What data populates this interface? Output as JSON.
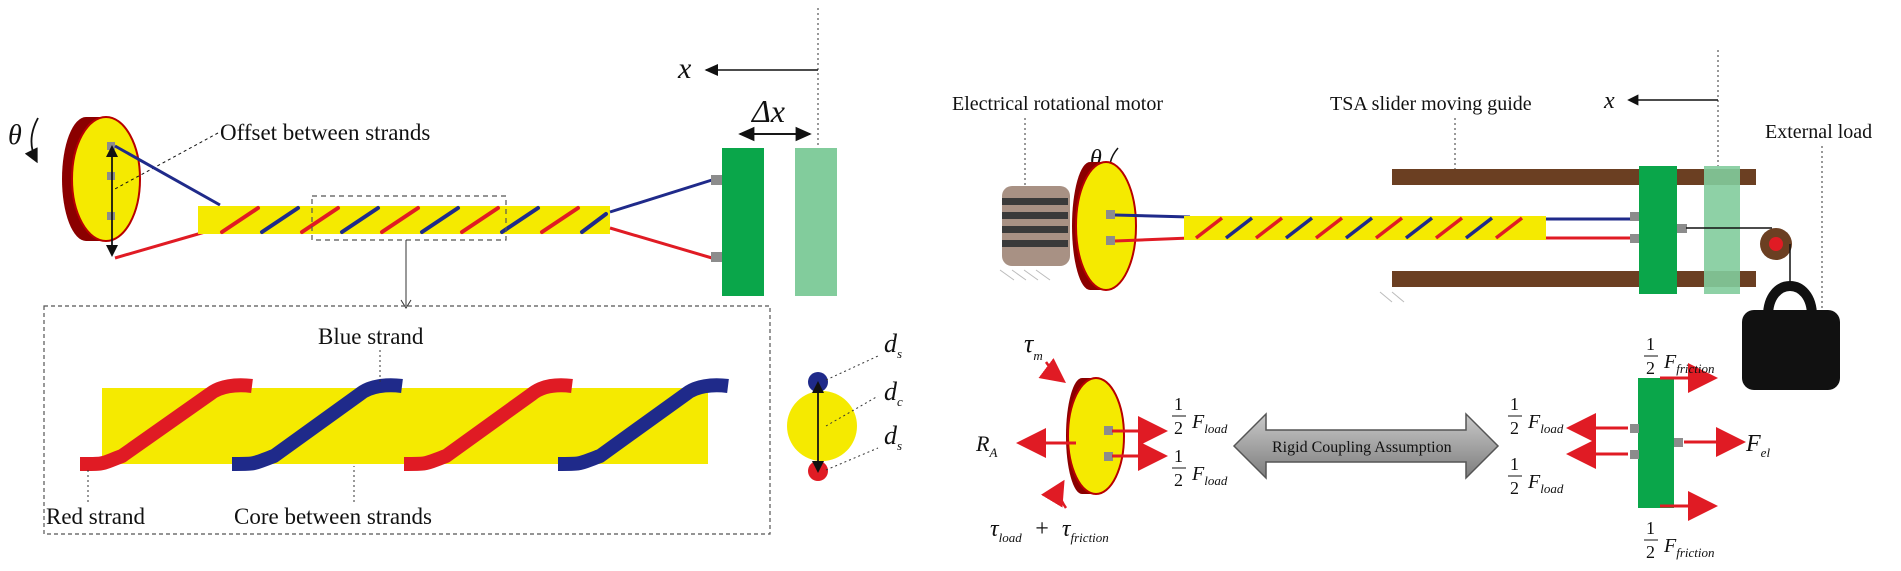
{
  "left": {
    "theta": "θ",
    "x": "x",
    "delta_x": "Δx",
    "offset_label": "Offset between strands",
    "blue_strand": "Blue strand",
    "red_strand": "Red strand",
    "core_label": "Core between strands",
    "ds_top": "d",
    "ds_top_sub": "s",
    "dc": "d",
    "dc_sub": "c",
    "ds_bottom": "d",
    "ds_bottom_sub": "s"
  },
  "right": {
    "motor_label": "Electrical rotational motor",
    "guide_label": "TSA slider moving guide",
    "x": "x",
    "load_label": "External load",
    "theta": "θ",
    "tau_m": "τ",
    "tau_m_sub": "m",
    "r_a": "R",
    "r_a_sub": "A",
    "tau_load": "τ",
    "tau_load_sub": "load",
    "plus": "+",
    "tau_friction": "τ",
    "tau_friction_sub": "friction",
    "half": "1",
    "half_den": "2",
    "f": "F",
    "load_sub": "load",
    "friction_sub": "friction",
    "f_el": "F",
    "f_el_sub": "el",
    "coupling_label": "Rigid Coupling Assumption"
  },
  "colors": {
    "yellow": "#f5ea00",
    "dark_red": "#8b0000",
    "red": "#e01b24",
    "blue": "#1f2a8a",
    "green": "#0aa64a",
    "light_green": "#82cc9c",
    "brown": "#6b3f22",
    "gray": "#8c8c8c"
  }
}
